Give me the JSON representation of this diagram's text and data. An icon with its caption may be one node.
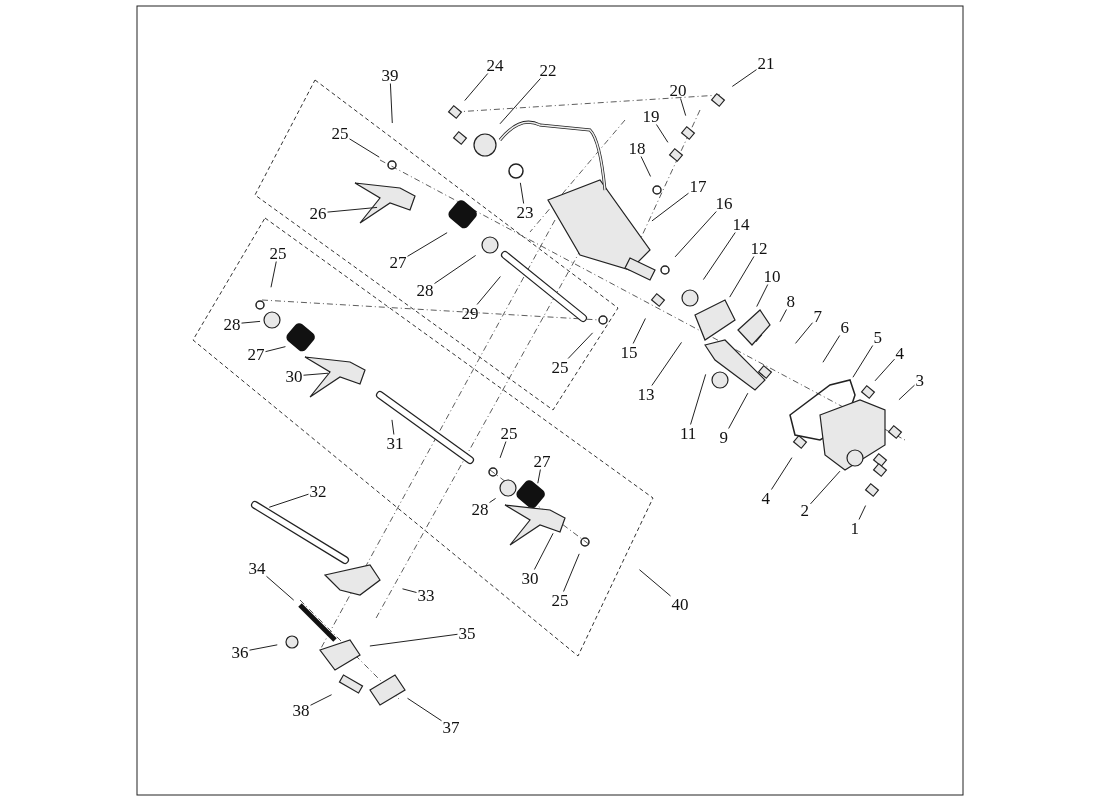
{
  "diagram": {
    "nodes": [
      {
        "text": [
          "39"
        ]
      },
      {
        "text": [
          "24"
        ]
      },
      {
        "text": [
          "22"
        ]
      },
      {
        "text": [
          "21"
        ]
      },
      {
        "text": [
          "20"
        ]
      },
      {
        "text": [
          "19"
        ]
      },
      {
        "text": [
          "18"
        ]
      },
      {
        "text": [
          "25"
        ]
      },
      {
        "text": [
          "17"
        ]
      },
      {
        "text": [
          "23"
        ]
      },
      {
        "text": [
          "16"
        ]
      },
      {
        "text": [
          "26"
        ]
      },
      {
        "text": [
          "14"
        ]
      },
      {
        "text": [
          "12"
        ]
      },
      {
        "text": [
          "27"
        ]
      },
      {
        "text": [
          "25"
        ]
      },
      {
        "text": [
          "10"
        ]
      },
      {
        "text": [
          "28"
        ]
      },
      {
        "text": [
          "8"
        ]
      },
      {
        "text": [
          "29"
        ]
      },
      {
        "text": [
          "7"
        ]
      },
      {
        "text": [
          "28"
        ]
      },
      {
        "text": [
          "6"
        ]
      },
      {
        "text": [
          "25"
        ]
      },
      {
        "text": [
          "5"
        ]
      },
      {
        "text": [
          "4"
        ]
      },
      {
        "text": [
          "15"
        ]
      },
      {
        "text": [
          "27"
        ]
      },
      {
        "text": [
          "3"
        ]
      },
      {
        "text": [
          "30"
        ]
      },
      {
        "text": [
          "13"
        ]
      },
      {
        "text": [
          "11"
        ]
      },
      {
        "text": [
          "9"
        ]
      },
      {
        "text": [
          "31"
        ]
      },
      {
        "text": [
          "25"
        ]
      },
      {
        "text": [
          "27"
        ]
      },
      {
        "text": [
          "4"
        ]
      },
      {
        "text": [
          "2"
        ]
      },
      {
        "text": [
          "28"
        ]
      },
      {
        "text": [
          "1"
        ]
      },
      {
        "text": [
          "32"
        ]
      },
      {
        "text": [
          "30"
        ]
      },
      {
        "text": [
          "33"
        ]
      },
      {
        "text": [
          "25"
        ]
      },
      {
        "text": [
          "40"
        ]
      },
      {
        "text": [
          "34"
        ]
      },
      {
        "text": [
          "35"
        ]
      },
      {
        "text": [
          "36"
        ]
      },
      {
        "text": [
          "38"
        ]
      },
      {
        "text": [
          "37"
        ]
      }
    ],
    "edges": [
      {
        "from": 0,
        "to": null,
        "arrow": "none"
      },
      {
        "from": 1,
        "to": null,
        "arrow": "none"
      },
      {
        "from": 2,
        "to": null,
        "arrow": "none"
      },
      {
        "from": 3,
        "to": null,
        "arrow": "none"
      },
      {
        "from": 4,
        "to": null,
        "arrow": "none"
      },
      {
        "from": 5,
        "to": null,
        "arrow": "none"
      },
      {
        "from": 6,
        "to": null,
        "arrow": "none"
      },
      {
        "from": 7,
        "to": null,
        "arrow": "none"
      },
      {
        "from": 8,
        "to": null,
        "arrow": "none"
      },
      {
        "from": 9,
        "to": null,
        "arrow": "none"
      },
      {
        "from": 10,
        "to": null,
        "arrow": "none"
      },
      {
        "from": 11,
        "to": null,
        "arrow": "none"
      },
      {
        "from": 12,
        "to": null,
        "arrow": "none"
      },
      {
        "from": 13,
        "to": null,
        "arrow": "none"
      },
      {
        "from": 14,
        "to": null,
        "arrow": "none"
      },
      {
        "from": 15,
        "to": null,
        "arrow": "none"
      },
      {
        "from": 16,
        "to": null,
        "arrow": "none"
      },
      {
        "from": 17,
        "to": null,
        "arrow": "none"
      },
      {
        "from": 18,
        "to": null,
        "arrow": "none"
      },
      {
        "from": 19,
        "to": null,
        "arrow": "none"
      },
      {
        "from": 20,
        "to": null,
        "arrow": "none"
      },
      {
        "from": 21,
        "to": null,
        "arrow": "none"
      },
      {
        "from": 22,
        "to": null,
        "arrow": "none"
      },
      {
        "from": 23,
        "to": null,
        "arrow": "none"
      },
      {
        "from": 24,
        "to": null,
        "arrow": "none"
      },
      {
        "from": 25,
        "to": null,
        "arrow": "none"
      },
      {
        "from": 26,
        "to": null,
        "arrow": "none"
      },
      {
        "from": 27,
        "to": null,
        "arrow": "none"
      },
      {
        "from": 28,
        "to": null,
        "arrow": "none"
      },
      {
        "from": 29,
        "to": null,
        "arrow": "none"
      },
      {
        "from": 30,
        "to": null,
        "arrow": "none"
      },
      {
        "from": 31,
        "to": null,
        "arrow": "none"
      },
      {
        "from": 32,
        "to": null,
        "arrow": "none"
      },
      {
        "from": 33,
        "to": null,
        "arrow": "none"
      },
      {
        "from": 34,
        "to": null,
        "arrow": "none"
      },
      {
        "from": 35,
        "to": null,
        "arrow": "none"
      },
      {
        "from": 36,
        "to": null,
        "arrow": "none"
      },
      {
        "from": 37,
        "to": null,
        "arrow": "none"
      },
      {
        "from": 38,
        "to": null,
        "arrow": "none"
      },
      {
        "from": 39,
        "to": null,
        "arrow": "none"
      },
      {
        "from": 40,
        "to": null,
        "arrow": "none"
      },
      {
        "from": 41,
        "to": null,
        "arrow": "none"
      },
      {
        "from": 42,
        "to": null,
        "arrow": "none"
      },
      {
        "from": 43,
        "to": null,
        "arrow": "none"
      },
      {
        "from": 44,
        "to": null,
        "arrow": "none"
      },
      {
        "from": 45,
        "to": null,
        "arrow": "none"
      },
      {
        "from": 46,
        "to": null,
        "arrow": "none"
      },
      {
        "from": 47,
        "to": null,
        "arrow": "none"
      },
      {
        "from": 48,
        "to": null,
        "arrow": "none"
      },
      {
        "from": 49,
        "to": null,
        "arrow": "none"
      }
    ]
  }
}
